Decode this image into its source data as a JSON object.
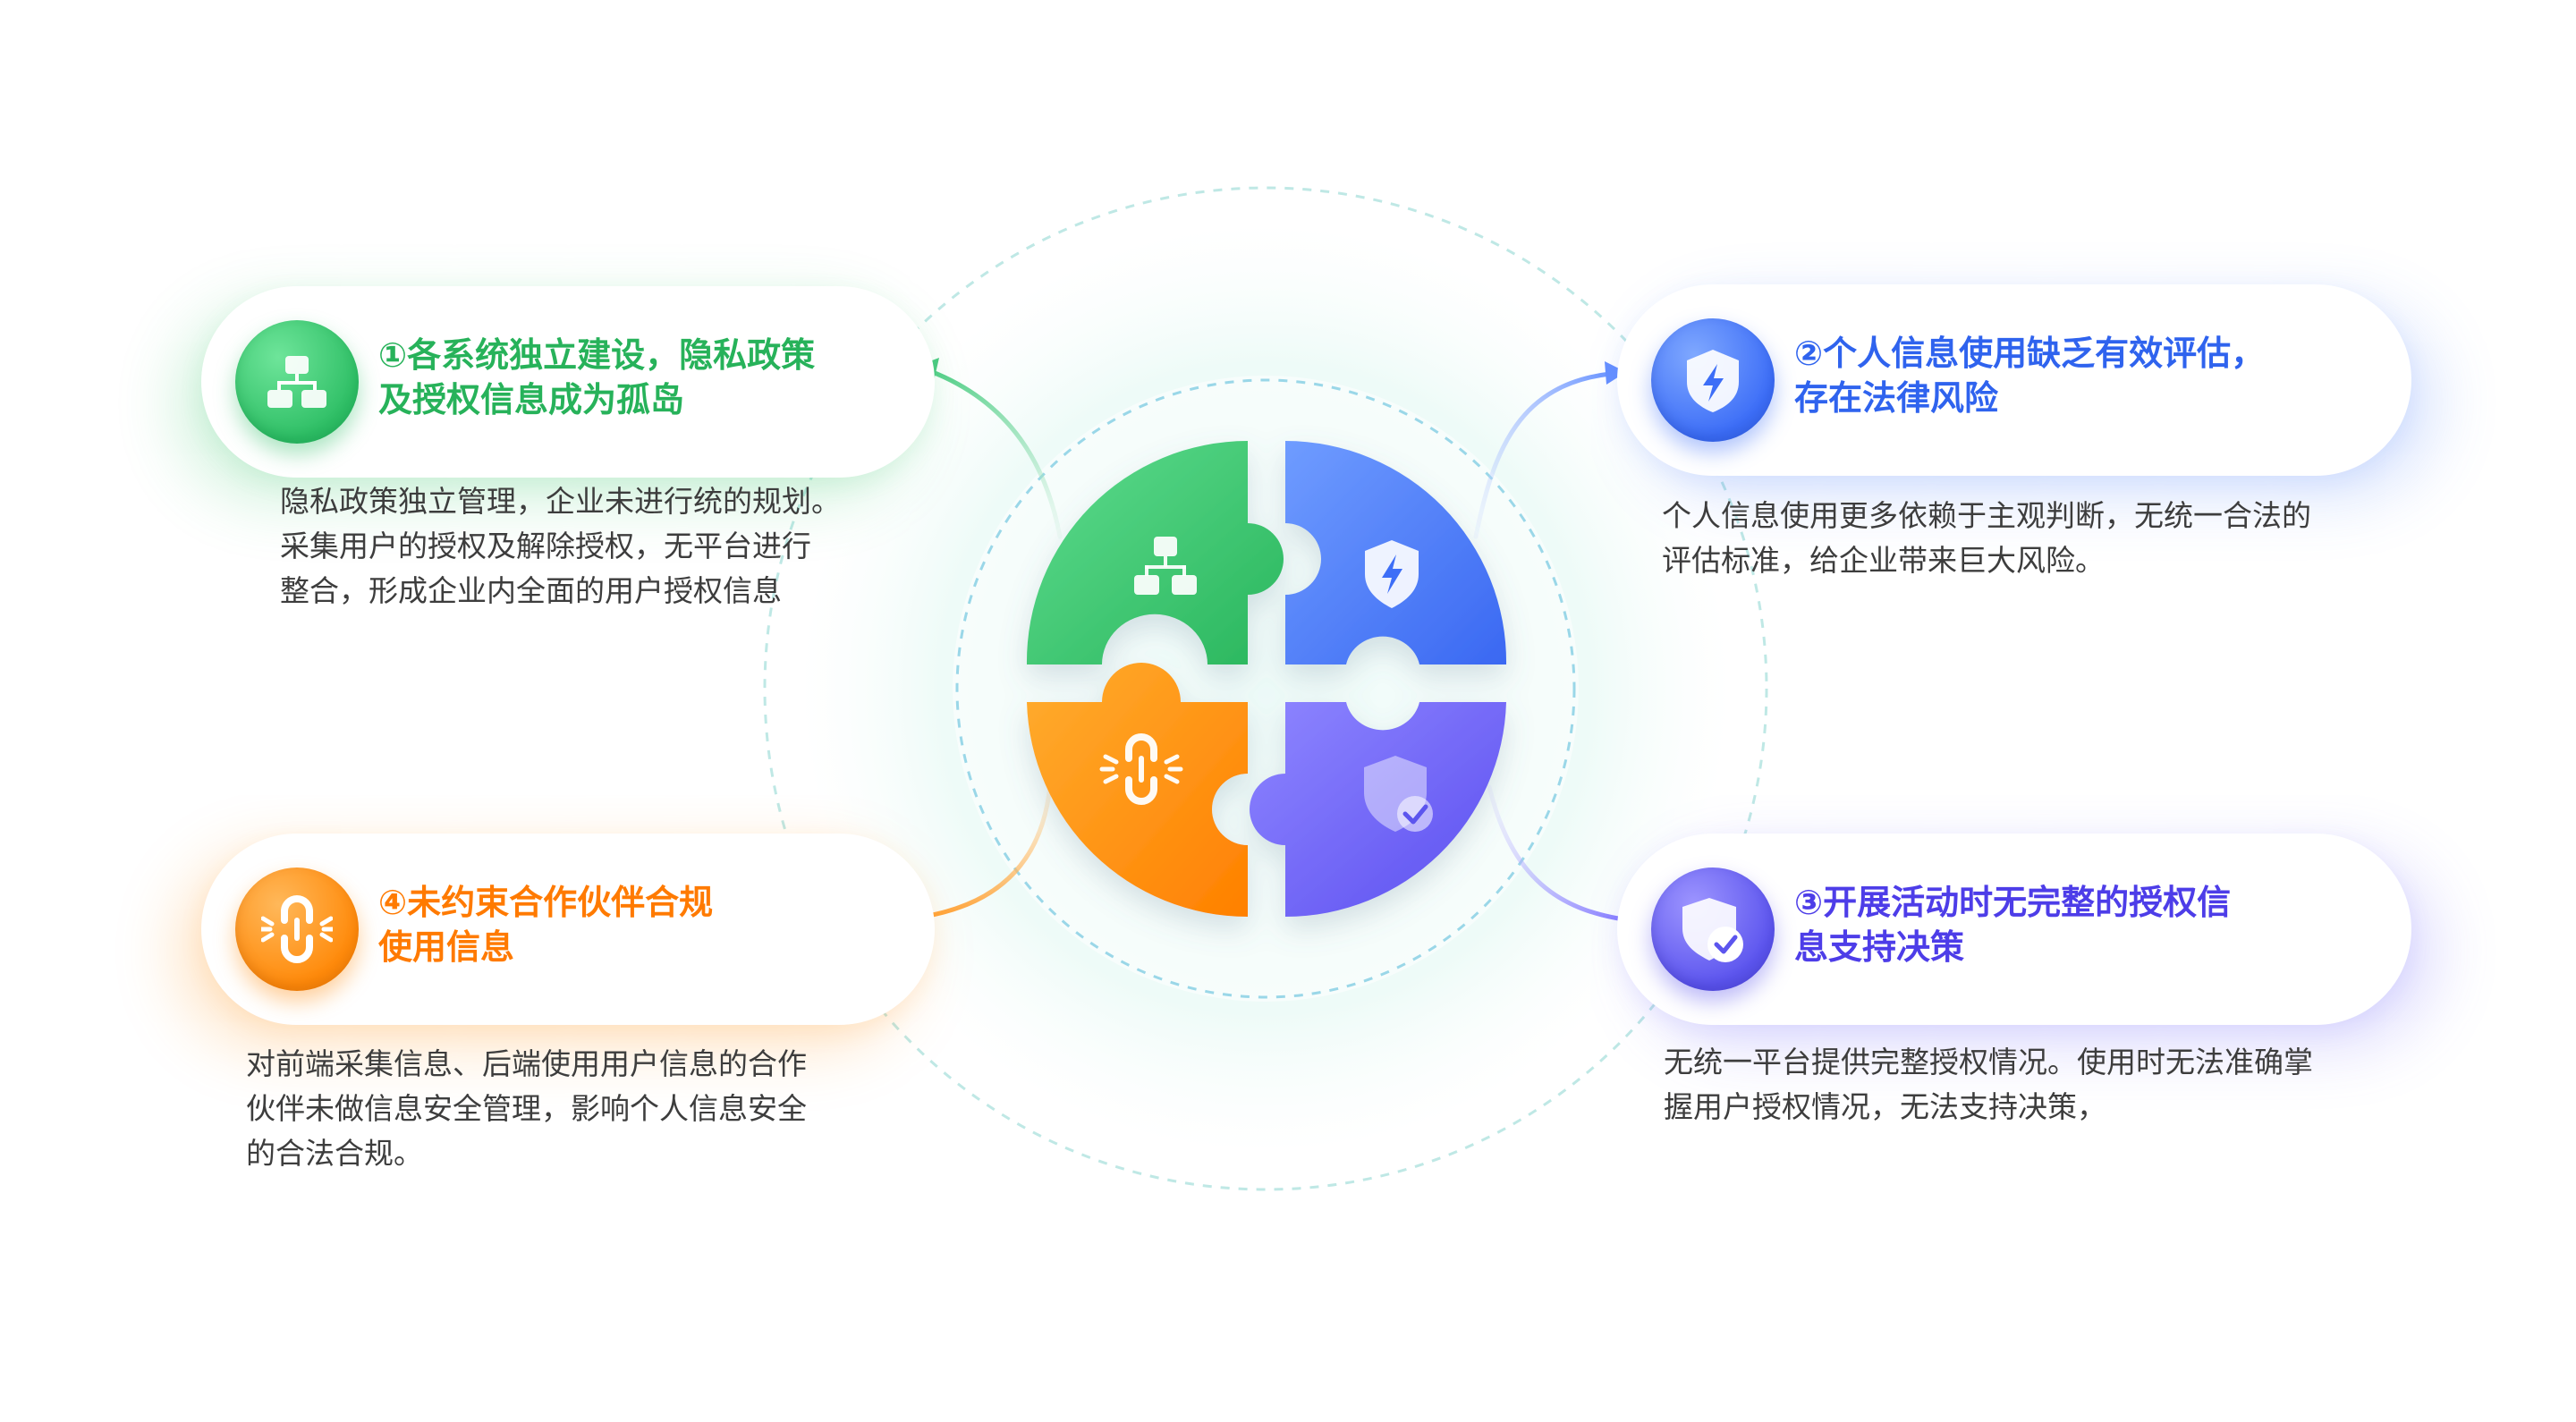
{
  "colors": {
    "green": "#2fbf66",
    "blue": "#3d6ef7",
    "purple": "#5c55ee",
    "orange": "#ff8a0a"
  },
  "items": [
    {
      "title": "①各系统独立建设，隐私政策\n及授权信息成为孤岛",
      "description": "隐私政策独立管理，企业未进行统的规划。\n采集用户的授权及解除授权，无平台进行\n整合，形成企业内全面的用户授权信息",
      "icon": "network-hierarchy-icon",
      "color": "green"
    },
    {
      "title": "②个人信息使用缺乏有效评估，\n存在法律风险",
      "description": "个人信息使用更多依赖于主观判断，无统一合法的\n评估标准，给企业带来巨大风险。",
      "icon": "shield-lightning-icon",
      "color": "blue"
    },
    {
      "title": "③开展活动时无完整的授权信\n息支持决策",
      "description": "无统一平台提供完整授权情况。使用时无法准确掌\n握用户授权情况，无法支持决策，",
      "icon": "shield-check-icon",
      "color": "purple"
    },
    {
      "title": "④未约束合作伙伴合规\n使用信息",
      "description": "对前端采集信息、后端使用用户信息的合作\n伙伴未做信息安全管理，影响个人信息安全\n的合法合规。",
      "icon": "broken-link-icon",
      "color": "orange"
    }
  ]
}
